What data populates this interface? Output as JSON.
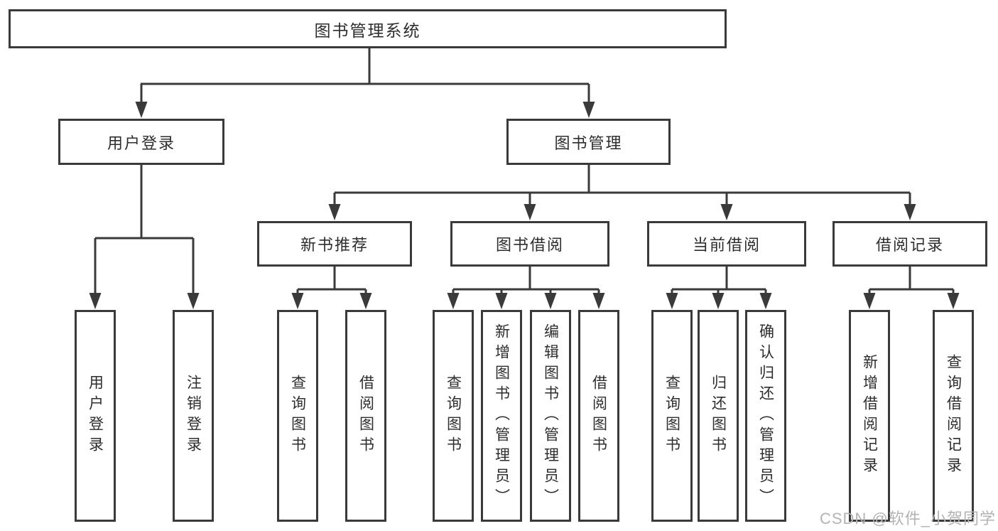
{
  "tree": {
    "root": {
      "label": "图书管理系统"
    },
    "user_login": {
      "label": "用户登录",
      "children": [
        {
          "label": "用户登录"
        },
        {
          "label": "注销登录"
        }
      ]
    },
    "book_management": {
      "label": "图书管理",
      "modules": [
        {
          "label": "新书推荐",
          "children": [
            {
              "label": "查询图书"
            },
            {
              "label": "借阅图书"
            }
          ]
        },
        {
          "label": "图书借阅",
          "children": [
            {
              "label": "查询图书"
            },
            {
              "label": "新增图书（管理员）"
            },
            {
              "label": "编辑图书（管理员）"
            },
            {
              "label": "借阅图书"
            }
          ]
        },
        {
          "label": "当前借阅",
          "children": [
            {
              "label": "查询图书"
            },
            {
              "label": "归还图书"
            },
            {
              "label": "确认归还（管理员）"
            }
          ]
        },
        {
          "label": "借阅记录",
          "children": [
            {
              "label": "新增借阅记录"
            },
            {
              "label": "查询借阅记录"
            }
          ]
        }
      ]
    }
  },
  "watermark": {
    "text": "CSDN @软件_小贺同学",
    "color": "#b3b3b3"
  },
  "colors": {
    "line": "#3a3a3a",
    "text": "#2d2d2d",
    "background": "#ffffff"
  }
}
